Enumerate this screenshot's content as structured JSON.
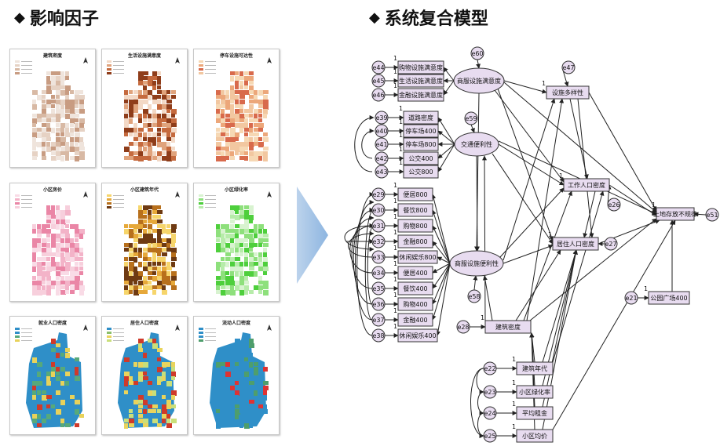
{
  "left_heading": {
    "diamond": "◆",
    "text": "影响因子"
  },
  "right_heading": {
    "diamond": "◆",
    "text": "系统复合模型"
  },
  "maps": [
    {
      "title": "建筑密度",
      "palette": [
        "#efe4dc",
        "#e6d2c4",
        "#d8b9a4",
        "#c89c82"
      ]
    },
    {
      "title": "生活设施满意度",
      "palette": [
        "#f3d9c6",
        "#e0a37c",
        "#c56a3e",
        "#8f3d1a"
      ]
    },
    {
      "title": "停车设施可达性",
      "palette": [
        "#f6d8b4",
        "#eca77a",
        "#d86a4c",
        "#f2c7a0"
      ]
    },
    {
      "title": "小区房价",
      "palette": [
        "#f9dbe6",
        "#f3b3c8",
        "#ea86a6",
        "#f7cfdc"
      ]
    },
    {
      "title": "小区建筑年代",
      "palette": [
        "#f6d56b",
        "#e6a83a",
        "#b8701c",
        "#6e3a12"
      ]
    },
    {
      "title": "小区绿化率",
      "palette": [
        "#d8f3d0",
        "#8ee07c",
        "#4ecf3c",
        "#b7ecaa"
      ]
    },
    {
      "title": "就业人口密度",
      "palette": [
        "#2f8fc8",
        "#2f8fc8",
        "#57a97a",
        "#e8d25a"
      ]
    },
    {
      "title": "居住人口密度",
      "palette": [
        "#2f8fc8",
        "#8bbf6a",
        "#e9d45c",
        "#c9df7a"
      ]
    },
    {
      "title": "流动人口密度",
      "palette": [
        "#2f8fc8",
        "#2f8fc8",
        "#2f8fc8",
        "#4e9e6c"
      ]
    }
  ],
  "diagram": {
    "nodes": [
      {
        "id": "n_gwss",
        "label": "购物设施满意度"
      },
      {
        "id": "n_shss",
        "label": "生活设施满意度"
      },
      {
        "id": "n_jrss",
        "label": "金融设施满意度"
      },
      {
        "id": "n_dlmd",
        "label": "道路密度"
      },
      {
        "id": "n_tcc400",
        "label": "停车场400"
      },
      {
        "id": "n_tcc800",
        "label": "停车场800"
      },
      {
        "id": "n_gj400",
        "label": "公交400"
      },
      {
        "id": "n_gj800",
        "label": "公交800"
      },
      {
        "id": "n_bl800",
        "label": "便居800"
      },
      {
        "id": "n_cy800",
        "label": "餐饮800"
      },
      {
        "id": "n_gw800",
        "label": "购物800"
      },
      {
        "id": "n_jr800",
        "label": "金融800"
      },
      {
        "id": "n_xx800",
        "label": "休闲娱乐800"
      },
      {
        "id": "n_bl400",
        "label": "便居400"
      },
      {
        "id": "n_cy400",
        "label": "餐饮400"
      },
      {
        "id": "n_gw400",
        "label": "购物400"
      },
      {
        "id": "n_jr400",
        "label": "金融400"
      },
      {
        "id": "n_xx400",
        "label": "休闲娱乐400"
      },
      {
        "id": "n_ssdyx",
        "label": "设施多样性"
      },
      {
        "id": "n_gzrk",
        "label": "工作人口密度"
      },
      {
        "id": "n_jzrk",
        "label": "居住人口密度"
      },
      {
        "id": "n_tdcf",
        "label": "土地存放不规律"
      },
      {
        "id": "n_gygc",
        "label": "公园广场400"
      },
      {
        "id": "n_jzmd",
        "label": "建筑密度"
      },
      {
        "id": "n_jznd",
        "label": "建筑年代"
      },
      {
        "id": "n_lhl",
        "label": "小区绿化率"
      },
      {
        "id": "n_pjzj",
        "label": "平均租金"
      },
      {
        "id": "n_xqjj",
        "label": "小区均价"
      }
    ],
    "latents": [
      {
        "id": "l_sfmy",
        "label": "商服设施满意度"
      },
      {
        "id": "l_jtbl",
        "label": "交通便利性"
      },
      {
        "id": "l_sfbl",
        "label": "商服设施便利性"
      }
    ],
    "errors": [
      "e44",
      "e45",
      "e46",
      "e39",
      "e40",
      "e41",
      "e42",
      "e43",
      "e29",
      "e30",
      "e31",
      "e32",
      "e33",
      "e34",
      "e35",
      "e36",
      "e37",
      "e38",
      "e60",
      "e59",
      "e58",
      "e47",
      "e26",
      "e27",
      "e51",
      "e21",
      "e28",
      "e22",
      "e23",
      "e24",
      "e25"
    ],
    "path_label": "1"
  }
}
